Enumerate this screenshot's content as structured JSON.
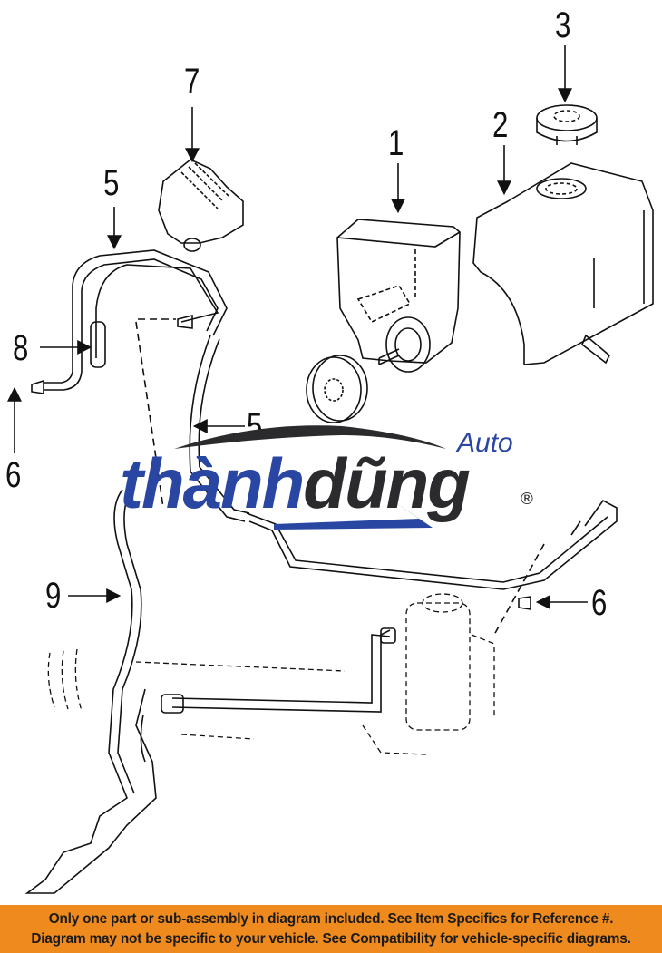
{
  "diagram": {
    "subject": "Power steering pump, reservoir and hoses parts diagram",
    "callouts": [
      {
        "id": "callout-1",
        "label": "1",
        "part": "power-steering-pump"
      },
      {
        "id": "callout-2",
        "label": "2",
        "part": "reservoir"
      },
      {
        "id": "callout-3",
        "label": "3",
        "part": "reservoir-cap"
      },
      {
        "id": "callout-5a",
        "label": "5",
        "part": "pressure-hose-upper"
      },
      {
        "id": "callout-5b",
        "label": "5",
        "part": "pressure-hose"
      },
      {
        "id": "callout-6a",
        "label": "6",
        "part": "o-ring-left"
      },
      {
        "id": "callout-6b",
        "label": "6",
        "part": "o-ring-right"
      },
      {
        "id": "callout-7",
        "label": "7",
        "part": "bracket"
      },
      {
        "id": "callout-8",
        "label": "8",
        "part": "clamp"
      },
      {
        "id": "callout-9",
        "label": "9",
        "part": "return-hose"
      }
    ]
  },
  "watermark": {
    "brand_part1": "thành",
    "brand_part2": "dũng",
    "suffix": "Auto",
    "registered": "®",
    "colors": {
      "blue": "#2a46a3",
      "dark": "#2b2b2e"
    }
  },
  "banner": {
    "line1": "Only one part or sub-assembly in diagram included. See Item Specifics for Reference #.",
    "line2": "Diagram may not be specific to your vehicle. See Compatibility for vehicle-specific diagrams.",
    "background": "#ee8a1e"
  }
}
